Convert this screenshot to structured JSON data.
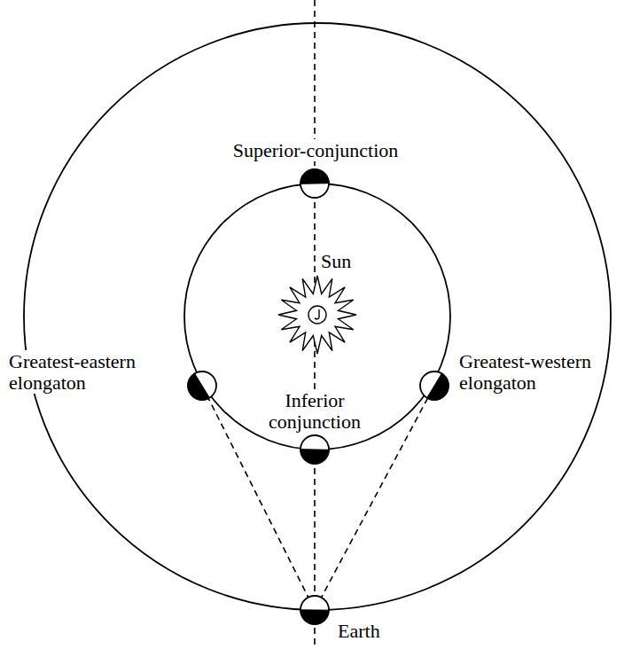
{
  "diagram": {
    "labels": [
      "Superior-conjunction",
      "Sun",
      "Greatest-eastern elongaton",
      "Inferior conjunction",
      "Greatest-western elongaton",
      "Earth"
    ]
  }
}
